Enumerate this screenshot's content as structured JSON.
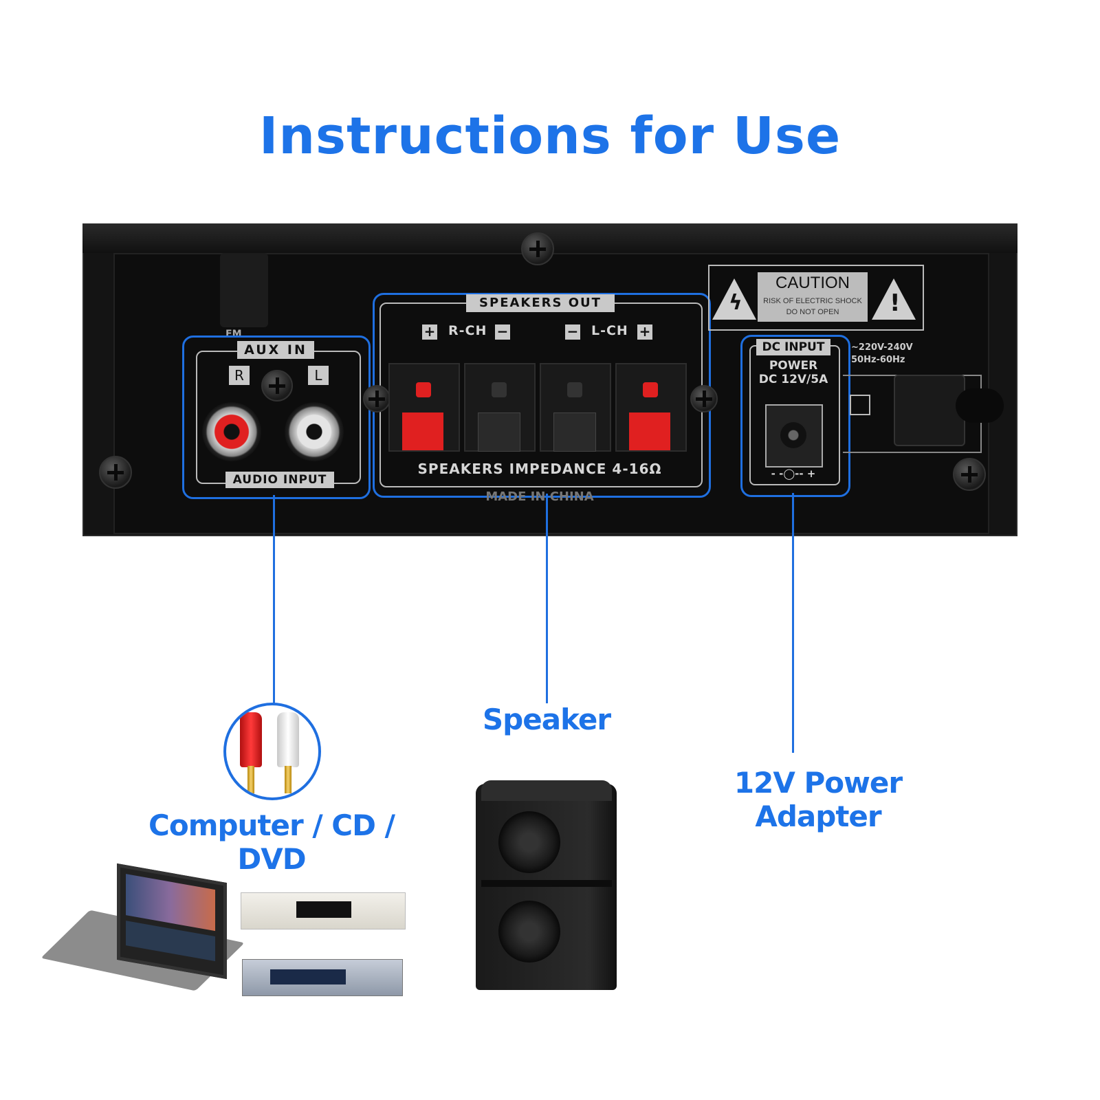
{
  "title": "Instructions for Use",
  "panel": {
    "fm_label": "FM",
    "aux": {
      "header": "AUX  IN",
      "r_label": "R",
      "l_label": "L",
      "footer": "AUDIO INPUT"
    },
    "speakers": {
      "header": "SPEAKERS OUT",
      "rch": "R-CH",
      "lch": "L-CH",
      "plus": "+",
      "minus": "−",
      "impedance": "SPEAKERS IMPEDANCE 4-16Ω",
      "made_in": "MADE IN CHINA"
    },
    "caution": {
      "title": "CAUTION",
      "line1": "RISK OF ELECTRIC SHOCK",
      "line2": "DO NOT OPEN"
    },
    "dc": {
      "header": "DC INPUT",
      "power": "POWER",
      "rating": "DC 12V/5A",
      "polarity": "- -◯-- +"
    },
    "ac": {
      "voltage": "~220V-240V",
      "freq": "50Hz-60Hz"
    }
  },
  "captions": {
    "source": "Computer / CD / DVD",
    "speaker": "Speaker",
    "power": "12V Power Adapter"
  },
  "icons": [
    "lightning-warning-icon",
    "exclamation-warning-icon",
    "rca-plug-icon",
    "laptop-icon",
    "cd-player-icon",
    "dvd-player-icon",
    "speaker-icon"
  ],
  "colors": {
    "accent": "#1d73e8",
    "highlight": "#1f6fe0",
    "panel": "#141414",
    "terminal_red": "#e02020"
  }
}
